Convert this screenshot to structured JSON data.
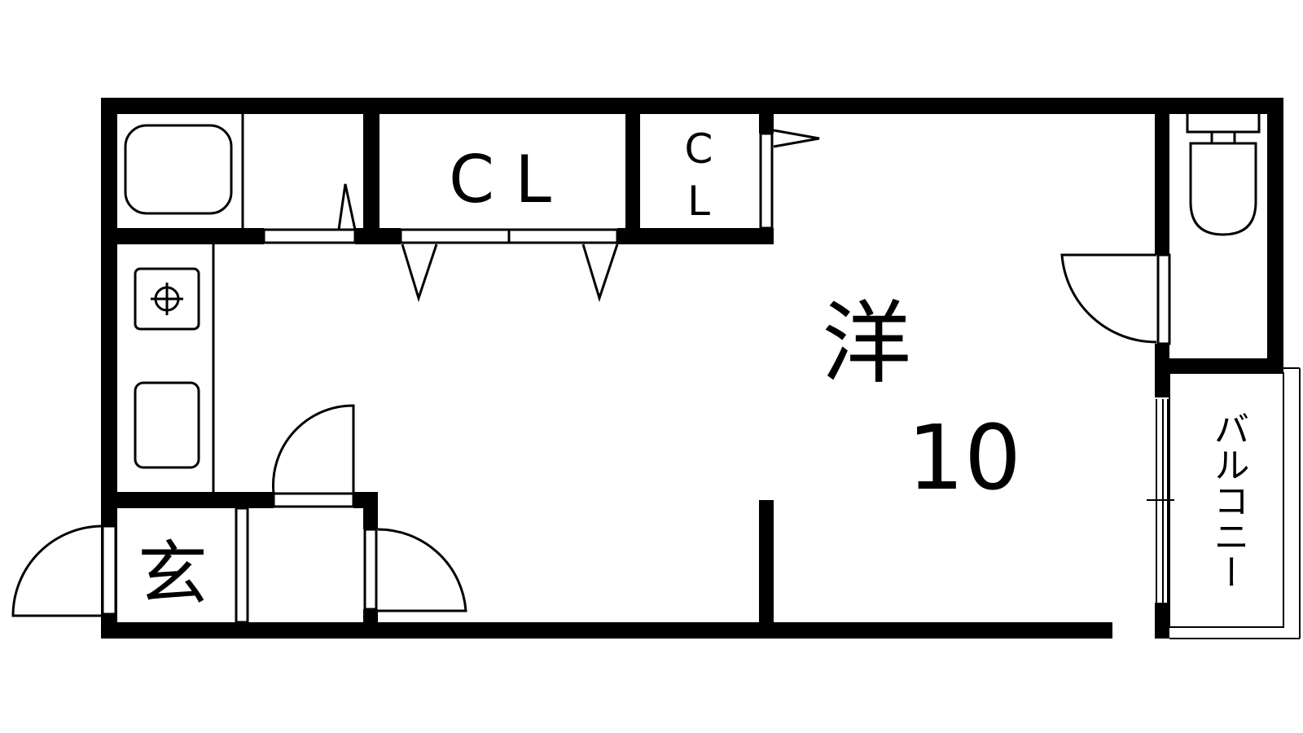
{
  "rooms": {
    "western_label": "洋",
    "western_size": "10",
    "closet_large": "C L",
    "closet_small_line1": "C",
    "closet_small_line2": "L",
    "entrance": "玄",
    "balcony": "バルコニー"
  },
  "colors": {
    "wall": "#000000",
    "background": "#ffffff"
  }
}
